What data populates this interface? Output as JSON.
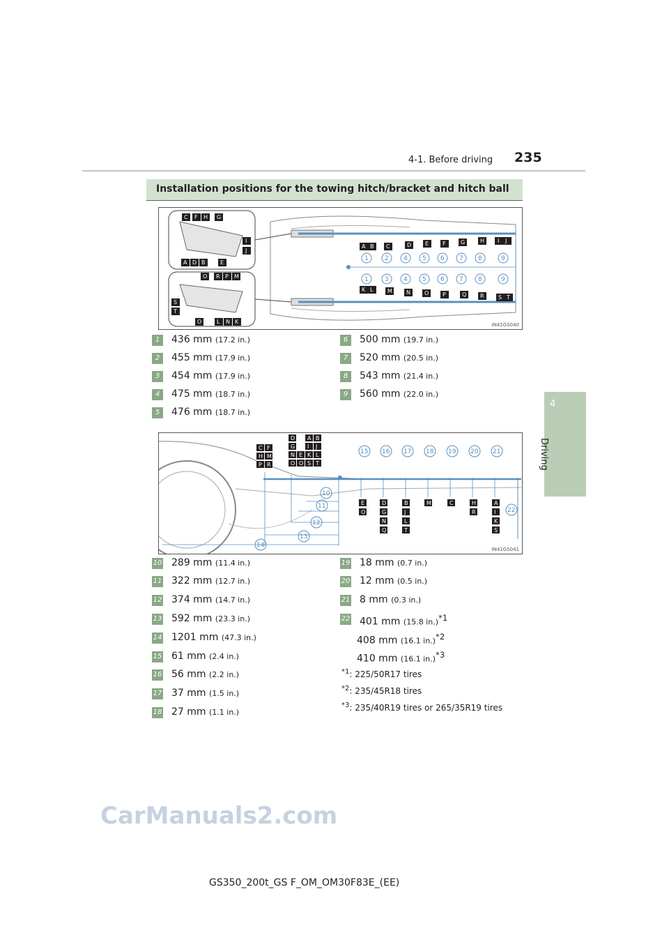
{
  "header": {
    "section": "4-1. Before driving",
    "page": "235"
  },
  "side_tab": {
    "number": "4",
    "label": "Driving"
  },
  "section_title": "Installation positions for the towing hitch/bracket and hitch ball",
  "figure1": {
    "code": "IN41GS040"
  },
  "figure2": {
    "code": "IN41GS041"
  },
  "group1": [
    {
      "n": "1",
      "mm": "436 mm",
      "in": "(17.2 in.)"
    },
    {
      "n": "2",
      "mm": "455 mm",
      "in": "(17.9 in.)"
    },
    {
      "n": "3",
      "mm": "454 mm",
      "in": "(17.9 in.)"
    },
    {
      "n": "4",
      "mm": "475 mm",
      "in": "(18.7 in.)"
    },
    {
      "n": "5",
      "mm": "476 mm",
      "in": "(18.7 in.)"
    },
    {
      "n": "6",
      "mm": "500 mm",
      "in": "(19.7 in.)"
    },
    {
      "n": "7",
      "mm": "520 mm",
      "in": "(20.5 in.)"
    },
    {
      "n": "8",
      "mm": "543 mm",
      "in": "(21.4 in.)"
    },
    {
      "n": "9",
      "mm": "560 mm",
      "in": "(22.0 in.)"
    }
  ],
  "group2": [
    {
      "n": "10",
      "mm": "289 mm",
      "in": "(11.4 in.)"
    },
    {
      "n": "11",
      "mm": "322 mm",
      "in": "(12.7 in.)"
    },
    {
      "n": "12",
      "mm": "374 mm",
      "in": "(14.7 in.)"
    },
    {
      "n": "13",
      "mm": "592 mm",
      "in": "(23.3 in.)"
    },
    {
      "n": "14",
      "mm": "1201 mm",
      "in": "(47.3 in.)"
    },
    {
      "n": "15",
      "mm": "61 mm",
      "in": "(2.4 in.)"
    },
    {
      "n": "16",
      "mm": "56 mm",
      "in": "(2.2 in.)"
    },
    {
      "n": "17",
      "mm": "37 mm",
      "in": "(1.5 in.)"
    },
    {
      "n": "18",
      "mm": "27 mm",
      "in": "(1.1 in.)"
    },
    {
      "n": "19",
      "mm": "18 mm",
      "in": "(0.7 in.)"
    },
    {
      "n": "20",
      "mm": "12 mm",
      "in": "(0.5 in.)"
    },
    {
      "n": "21",
      "mm": "8 mm",
      "in": "(0.3 in.)"
    },
    {
      "n": "22",
      "mm": "401 mm",
      "in": "(15.8 in.)",
      "sup": "*1"
    }
  ],
  "item22_extra": [
    {
      "mm": "408 mm",
      "in": "(16.1 in.)",
      "sup": "*2"
    },
    {
      "mm": "410 mm",
      "in": "(16.1 in.)",
      "sup": "*3"
    }
  ],
  "notes": [
    {
      "mark": "*1",
      "text": ": 225/50R17 tires"
    },
    {
      "mark": "*2",
      "text": ": 235/45R18 tires"
    },
    {
      "mark": "*3",
      "text": ": 235/40R19 tires or 265/35R19 tires"
    }
  ],
  "footer": "GS350_200t_GS F_OM_OM30F83E_(EE)",
  "watermark": "CarManuals2.com"
}
